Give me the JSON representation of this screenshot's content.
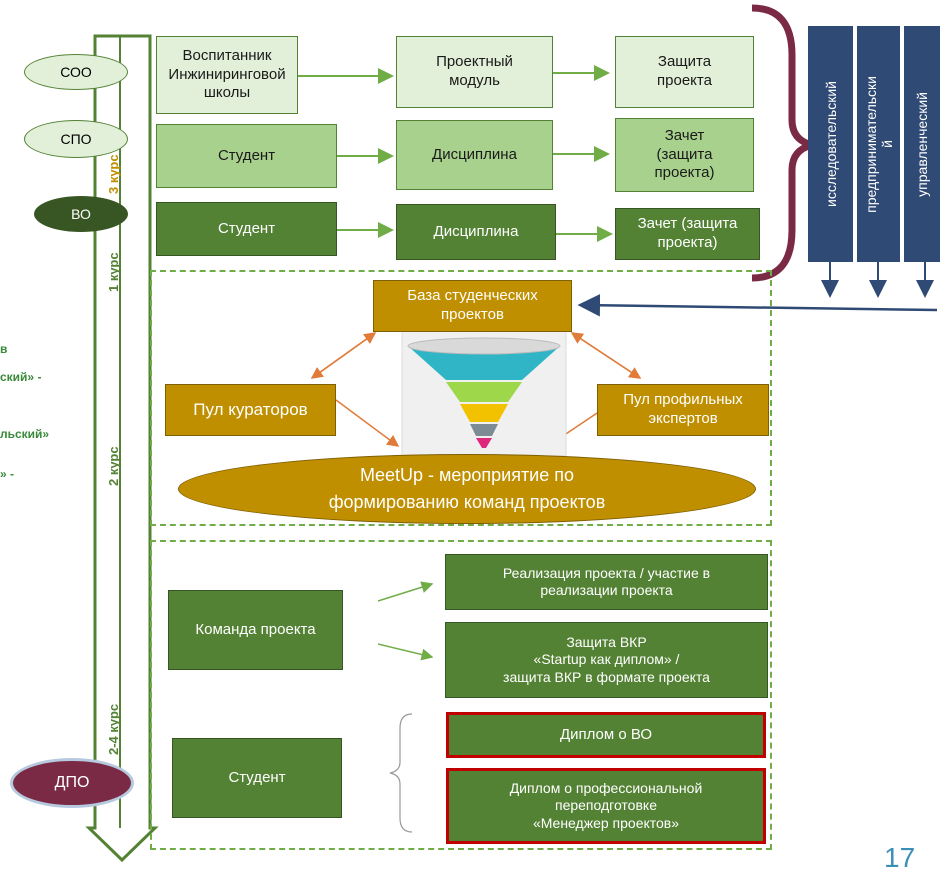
{
  "levels": {
    "soo": "СОО",
    "spo": "СПО",
    "vo": "ВО",
    "dpo": "ДПО"
  },
  "timeline": {
    "c3": "3 курс",
    "c1": "1 курс",
    "c2": "2 курс",
    "c24": "2-4 курс"
  },
  "rows": [
    {
      "left": "Воспитанник\nИнжиниринговой\nшколы",
      "middle": "Проектный\nмодуль",
      "right": "Защита\nпроекта"
    },
    {
      "left": "Студент",
      "middle": "Дисциплина",
      "right": "Зачет\n(защита\nпроекта)"
    },
    {
      "left": "Студент",
      "middle": "Дисциплина",
      "right": "Зачет (защита\nпроекта)"
    }
  ],
  "tracks": [
    "исследовательский",
    "предпринимательски\nй",
    "управленческий"
  ],
  "meetup_section": {
    "base": "База студенческих\nпроектов",
    "curators": "Пул кураторов",
    "experts": "Пул профильных\nэкспертов",
    "meetup": "MeetUp - мероприятие  по\nформированию команд проектов"
  },
  "project_section": {
    "team": "Команда проекта",
    "realization": "Реализация проекта / участие в\nреализации проекта",
    "defense": "Защита ВКР\n«Startup как диплом» /\nзащита ВКР в формате проекта",
    "student": "Студент",
    "diploma_vo": "Диплом о ВО",
    "diploma_pp": "Диплом о профессиональной\nпереподготовке\n«Менеджер проектов»"
  },
  "side_fragments": [
    "в",
    "ский» -",
    "льский»",
    "» -"
  ],
  "page_number": "17"
}
